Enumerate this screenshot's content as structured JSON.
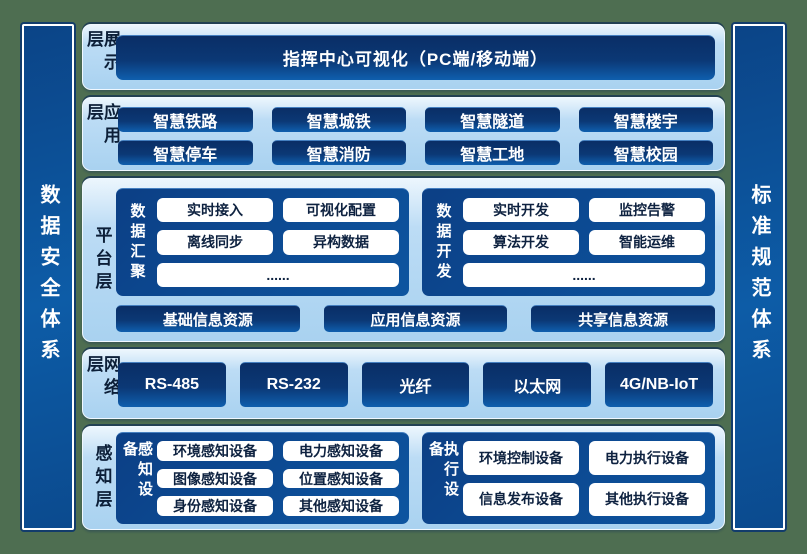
{
  "sidebars": {
    "left": "数据安全体系",
    "right": "标准规范体系"
  },
  "layers": {
    "display": {
      "label": "展示层",
      "main_box": "指挥中心可视化（PC端/移动端）"
    },
    "application": {
      "label": "应用层",
      "items": [
        "智慧铁路",
        "智慧城铁",
        "智慧隧道",
        "智慧楼宇",
        "智慧停车",
        "智慧消防",
        "智慧工地",
        "智慧校园"
      ]
    },
    "platform": {
      "label": "平台层",
      "groups": [
        {
          "title": "数据汇聚",
          "items": [
            "实时接入",
            "可视化配置",
            "离线同步",
            "异构数据"
          ],
          "more": "......"
        },
        {
          "title": "数据开发",
          "items": [
            "实时开发",
            "监控告警",
            "算法开发",
            "智能运维"
          ],
          "more": "......"
        }
      ],
      "resources": [
        "基础信息资源",
        "应用信息资源",
        "共享信息资源"
      ]
    },
    "network": {
      "label": "网络层",
      "items": [
        "RS-485",
        "RS-232",
        "光纤",
        "以太网",
        "4G/NB-IoT"
      ]
    },
    "perception": {
      "label": "感知层",
      "groups": [
        {
          "title": "感知设备",
          "items": [
            "环境感知设备",
            "电力感知设备",
            "图像感知设备",
            "位置感知设备",
            "身份感知设备",
            "其他感知设备"
          ]
        },
        {
          "title": "执行设备",
          "items": [
            "环境控制设备",
            "电力执行设备",
            "信息发布设备",
            "其他执行设备"
          ]
        }
      ]
    }
  },
  "colors": {
    "background_green": "#4e6e51",
    "panel_light_blue": "#a9d2f0",
    "box_navy_top": "#0a2e66",
    "box_navy_bottom": "#0f5fae",
    "pillar_blue": "#0d5ca7",
    "white_box_text": "#0e2240"
  }
}
